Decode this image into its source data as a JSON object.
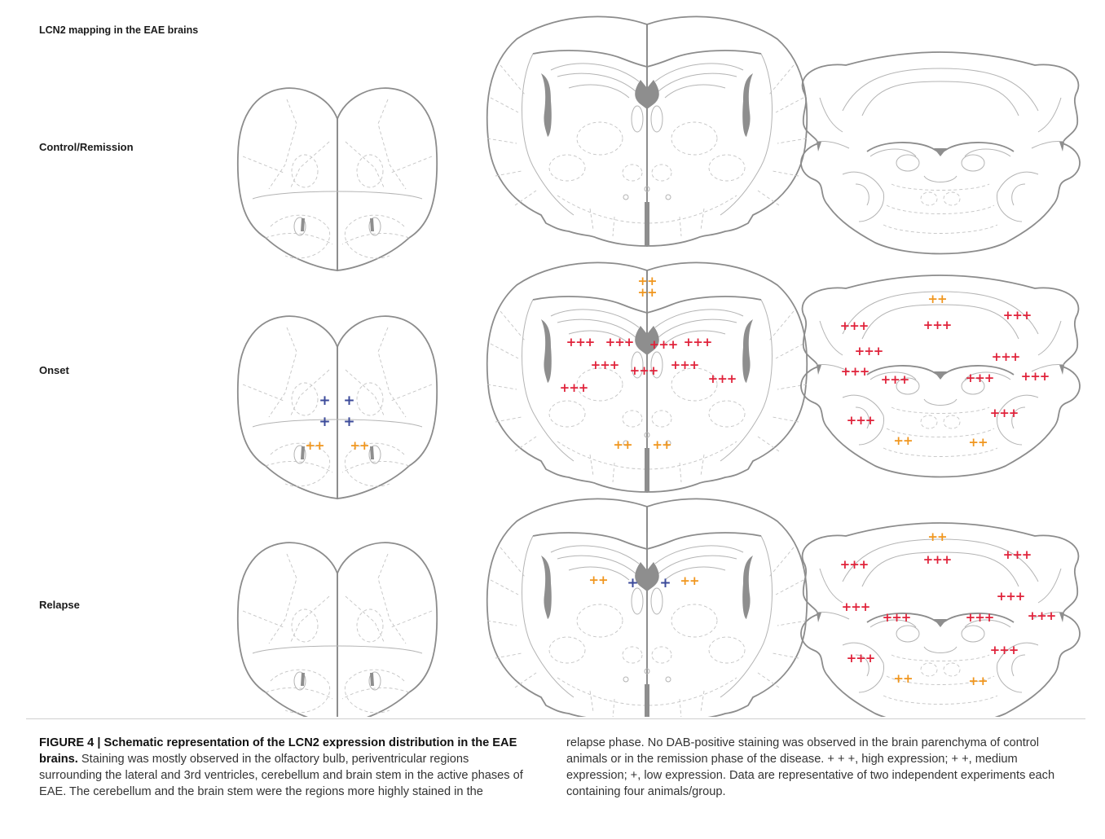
{
  "figure": {
    "panel_title": "LCN2 mapping in the EAE brains",
    "rows": [
      {
        "label": "Control/Remission"
      },
      {
        "label": "Onset"
      },
      {
        "label": "Relapse"
      }
    ],
    "marker_colors": {
      "high": "#e0223a",
      "medium": "#f0961e",
      "low": "#3b4a9a"
    },
    "markers": {
      "onset_bulb": [
        {
          "text": "+",
          "level": "low"
        },
        {
          "text": "+",
          "level": "low"
        },
        {
          "text": "+",
          "level": "low"
        },
        {
          "text": "+",
          "level": "low"
        },
        {
          "text": "++",
          "level": "medium"
        },
        {
          "text": "++",
          "level": "medium"
        }
      ],
      "onset_forebrain": [
        {
          "text": "++",
          "level": "medium"
        },
        {
          "text": "++",
          "level": "medium"
        },
        {
          "text": "+++",
          "level": "high"
        },
        {
          "text": "+++",
          "level": "high"
        },
        {
          "text": "+++",
          "level": "high"
        },
        {
          "text": "+++",
          "level": "high"
        },
        {
          "text": "+++",
          "level": "high"
        },
        {
          "text": "+++",
          "level": "high"
        },
        {
          "text": "+++",
          "level": "high"
        },
        {
          "text": "+++",
          "level": "high"
        },
        {
          "text": "+++",
          "level": "high"
        },
        {
          "text": "++",
          "level": "medium"
        },
        {
          "text": "++",
          "level": "medium"
        }
      ],
      "onset_hindbrain": [
        {
          "text": "++",
          "level": "medium"
        },
        {
          "text": "+++",
          "level": "high"
        },
        {
          "text": "+++",
          "level": "high"
        },
        {
          "text": "+++",
          "level": "high"
        },
        {
          "text": "+++",
          "level": "high"
        },
        {
          "text": "+++",
          "level": "high"
        },
        {
          "text": "+++",
          "level": "high"
        },
        {
          "text": "+++",
          "level": "high"
        },
        {
          "text": "+++",
          "level": "high"
        },
        {
          "text": "+++",
          "level": "high"
        },
        {
          "text": "+++",
          "level": "high"
        },
        {
          "text": "+++",
          "level": "high"
        },
        {
          "text": "++",
          "level": "medium"
        },
        {
          "text": "++",
          "level": "medium"
        }
      ],
      "relapse_forebrain": [
        {
          "text": "++",
          "level": "medium"
        },
        {
          "text": "+",
          "level": "low"
        },
        {
          "text": "+",
          "level": "low"
        },
        {
          "text": "++",
          "level": "medium"
        }
      ],
      "relapse_hindbrain": [
        {
          "text": "++",
          "level": "medium"
        },
        {
          "text": "+++",
          "level": "high"
        },
        {
          "text": "+++",
          "level": "high"
        },
        {
          "text": "+++",
          "level": "high"
        },
        {
          "text": "+++",
          "level": "high"
        },
        {
          "text": "+++",
          "level": "high"
        },
        {
          "text": "+++",
          "level": "high"
        },
        {
          "text": "+++",
          "level": "high"
        },
        {
          "text": "+++",
          "level": "high"
        },
        {
          "text": "+++",
          "level": "high"
        },
        {
          "text": "+++",
          "level": "high"
        },
        {
          "text": "++",
          "level": "medium"
        },
        {
          "text": "++",
          "level": "medium"
        }
      ]
    }
  },
  "caption": {
    "title_bold": "FIGURE 4 | Schematic representation of the LCN2 expression distribution in the EAE brains.",
    "text_left": " Staining was mostly observed in the olfactory bulb, periventricular regions surrounding the lateral and 3rd ventricles, cerebellum and brain stem in the active phases of EAE. The cerebellum and the brain stem were the regions more highly stained in the",
    "text_right": "relapse phase. No DAB-positive staining was observed in the brain parenchyma of control animals or in the remission phase of the disease. + + +, high expression; + +, medium expression; +, low expression. Data are representative of two independent experiments each containing four animals/group."
  }
}
